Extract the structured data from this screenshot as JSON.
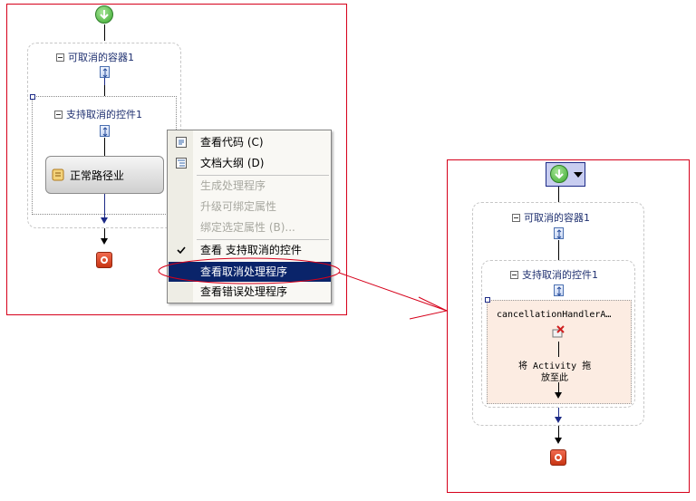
{
  "left_designer": {
    "container_title": "可取消的容器1",
    "inner_title": "支持取消的控件1",
    "activity_label": "正常路径业"
  },
  "context_menu": {
    "items": [
      {
        "label": "查看代码 (C)",
        "enabled": true,
        "icon": "code-icon"
      },
      {
        "label": "文档大纲 (D)",
        "enabled": true,
        "icon": "outline-icon"
      },
      {
        "label": "生成处理程序",
        "enabled": false
      },
      {
        "label": "升级可绑定属性",
        "enabled": false
      },
      {
        "label": "绑定选定属性 (B)...",
        "enabled": false
      },
      {
        "label": "查看 支持取消的控件",
        "enabled": true,
        "checked": true
      },
      {
        "label": "查看取消处理程序",
        "enabled": true,
        "highlighted": true
      },
      {
        "label": "查看错误处理程序",
        "enabled": true
      }
    ]
  },
  "right_designer": {
    "container_title": "可取消的容器1",
    "inner_title": "支持取消的控件1",
    "handler_title": "cancellationHandlerA…",
    "drop_hint_line1": "将 Activity 拖",
    "drop_hint_line2": "放至此"
  },
  "colors": {
    "frame_border": "#d6001a",
    "menu_highlight": "#0a246a",
    "title_text": "#1f3070",
    "handler_bg": "#fcece2"
  }
}
